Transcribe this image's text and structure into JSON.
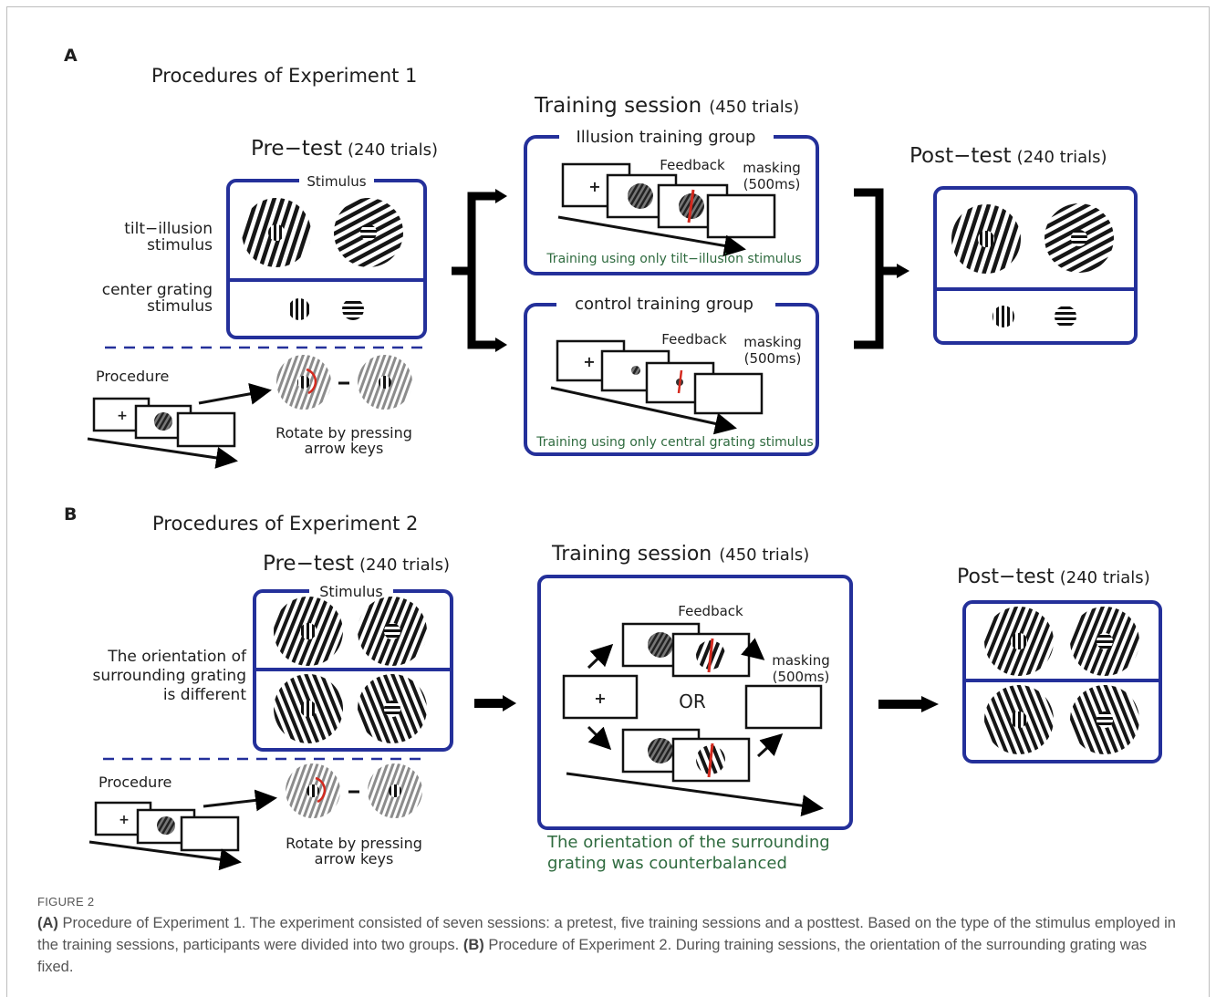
{
  "panel_a": {
    "letter": "A",
    "title": "Procedures of Experiment 1",
    "pretest": {
      "title": "Pre−test",
      "trials": "(240 trials)",
      "stimulus_label": "Stimulus"
    },
    "labels": {
      "tilt_1": "tilt−illusion",
      "tilt_2": "stimulus",
      "center_1": "center grating",
      "center_2": "stimulus"
    },
    "procedure": {
      "title": "Procedure",
      "rotate_1": "Rotate by pressing",
      "rotate_2": "arrow keys"
    },
    "training": {
      "title": "Training session",
      "trials": "(450 trials)",
      "illusion": {
        "title": "Illusion training group",
        "feedback": "Feedback",
        "masking_1": "masking",
        "masking_2": "(500ms)",
        "note": "Training using only tilt−illusion stimulus"
      },
      "control": {
        "title": "control training group",
        "feedback": "Feedback",
        "masking_1": "masking",
        "masking_2": "(500ms)",
        "note": "Training using only central grating stimulus"
      }
    },
    "posttest": {
      "title": "Post−test",
      "trials": "(240 trials)"
    }
  },
  "panel_b": {
    "letter": "B",
    "title": "Procedures of Experiment 2",
    "pretest": {
      "title": "Pre−test",
      "trials": "(240 trials)",
      "stimulus_label": "Stimulus"
    },
    "labels": {
      "line_1": "The orientation of",
      "line_2": "surrounding grating",
      "line_3": "is different"
    },
    "procedure": {
      "title": "Procedure",
      "rotate_1": "Rotate by pressing",
      "rotate_2": "arrow keys"
    },
    "training": {
      "title": "Training session",
      "trials": "(450 trials)",
      "feedback": "Feedback",
      "masking_1": "masking",
      "masking_2": "(500ms)",
      "or": "OR",
      "note_1": "The orientation of the surrounding",
      "note_2": "grating was counterbalanced"
    },
    "posttest": {
      "title": "Post−test",
      "trials": "(240 trials)"
    }
  },
  "symbols": {
    "fixation": "+"
  },
  "colors": {
    "frame": "#24309a",
    "green_text": "#2f6b3f",
    "red_mark": "#d42a1f",
    "arrow": "#000000"
  },
  "caption": {
    "figure_label": "FIGURE 2",
    "a_tag": "(A)",
    "a_text": " Procedure of Experiment 1. The experiment consisted of seven sessions: a pretest, five training sessions and a posttest. Based on the type of the stimulus employed in the training sessions, participants were divided into two groups. ",
    "b_tag": "(B)",
    "b_text": " Procedure of Experiment 2. During training sessions, the orientation of the surrounding grating was fixed."
  }
}
